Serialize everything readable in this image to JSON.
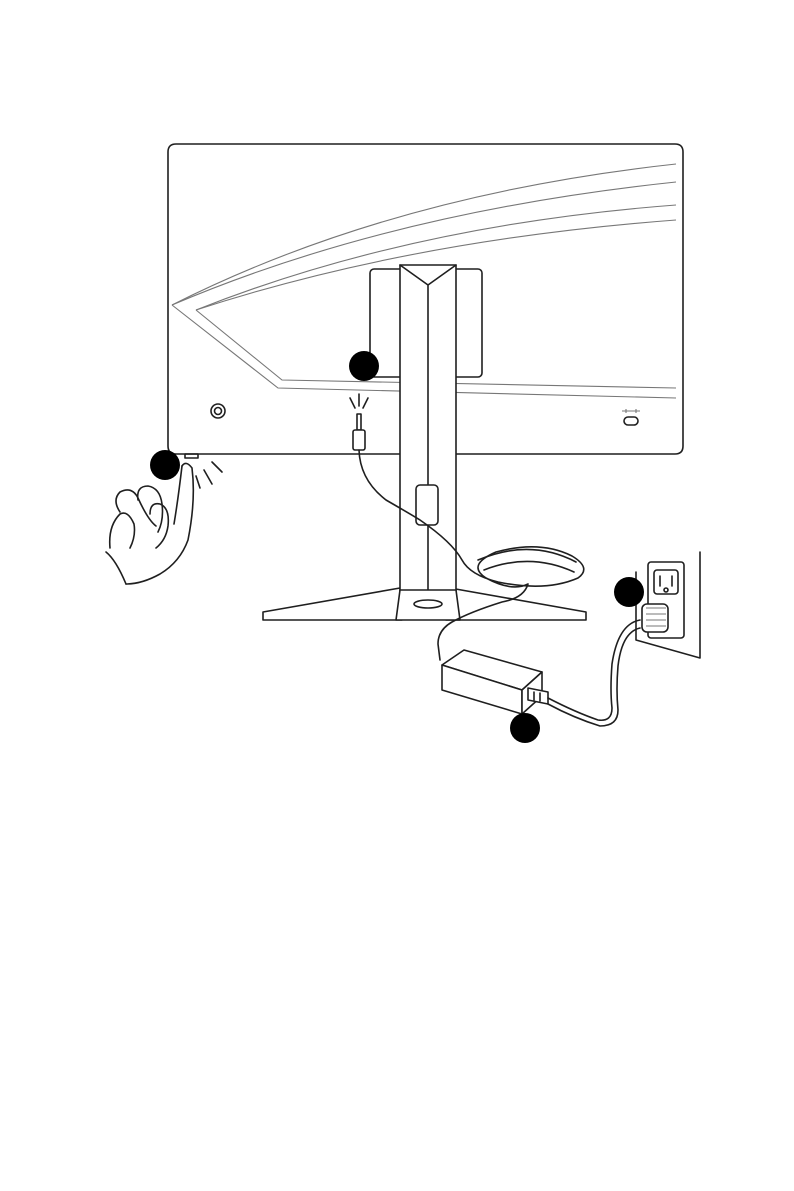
{
  "diagram": {
    "step_markers": [
      {
        "id": "power-button",
        "label": ""
      },
      {
        "id": "dc-connector",
        "label": ""
      },
      {
        "id": "adapter",
        "label": ""
      },
      {
        "id": "wall-outlet",
        "label": ""
      }
    ]
  }
}
